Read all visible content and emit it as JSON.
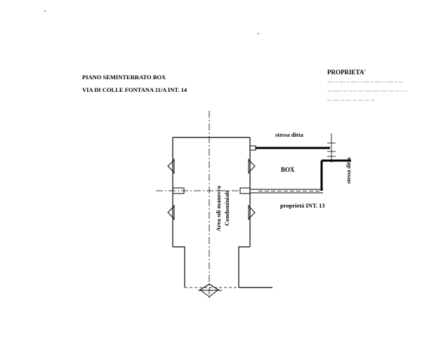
{
  "header": {
    "title_line1": "PIANO SEMINTERRATO BOX",
    "title_line2": "VIA DI COLLE FONTANA 11/A INT. 14"
  },
  "ownership": {
    "label": "PROPRIETA'"
  },
  "labels": {
    "stessa_ditta_top": "stessa ditta",
    "box": "BOX",
    "stessa_ditta_right": "stessa ditta",
    "proprieta_int": "proprietà INT. 13",
    "area_manovra_line1": "Area sdi manovra",
    "area_manovra_line2": "Condominiale"
  },
  "colors": {
    "ink": "#000000",
    "redacted": "#c9c9c9"
  }
}
